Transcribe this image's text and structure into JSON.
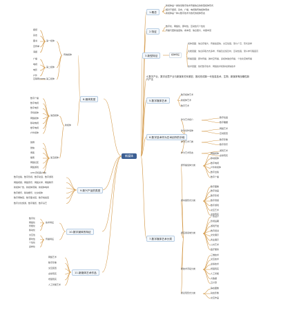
{
  "center": "新媒体",
  "right": {
    "s1": {
      "title": "1.概念",
      "lines": [
        "新媒体是一类依靠数字技术传播信息的新型媒体形式",
        "相对于报纸、杂志、广播、电视等传统媒体而言",
        "新媒体是一种以数字技术为依托的媒体形态"
      ]
    },
    "s2": {
      "title": "2.特征",
      "lines": [
        "数字化、网络化、即时性、互动性与个性化",
        "传播与更新速度快、成本低、信息量大、内容丰富"
      ]
    },
    "s3": {
      "title": "3.新型特征",
      "group": "媒体特征",
      "lines": [
        "媒体层面：信息存储大、传播速度快、交互性强、受众广泛、形式多样",
        "功能层面：信息获取方式多样、传播及反馈及时、互动性强、受众参与程度高",
        "传播层面：即时传播、跨时空传播、多媒体融合传播、个性化定制传播",
        "技术层面：依托数字技术、网络技术和移动通信技术"
      ]
    },
    "s4": {
      "text": "4.数字产业、数字创意产业与新媒体关系紧密，推动形成新一代信息技术、生物、新媒体等战略性新兴产业"
    },
    "s5": {
      "title": "5.数字媒体艺术",
      "lines": [
        "数字媒体艺术",
        "新媒体艺术",
        "数字艺术"
      ]
    },
    "s6": {
      "title": "6.数字技术作为艺术创作的手段",
      "groups": [
        {
          "name": "作为艺术媒介",
          "items": [
            "数字绘画",
            "数字雕塑"
          ]
        },
        {
          "name": "作为创作载体",
          "items": [
            "网络艺术",
            "互动装置"
          ]
        },
        {
          "name": "作为艺术门类",
          "items": [
            "数字影像",
            "数字音乐"
          ]
        },
        {
          "name": "作为艺术形态",
          "items": [
            "游戏艺术",
            "虚拟现实"
          ]
        }
      ]
    },
    "s7": {
      "title": "7.数字媒体艺术分类",
      "groups": [
        {
          "name": "按传播载体分类",
          "items": [
            "网络媒体",
            "移动媒体",
            "数字电视",
            "户外新媒体",
            "数字出版",
            "数字广播"
          ]
        },
        {
          "name": "按内容形式分类",
          "items": [
            "数字图像",
            "数字动画",
            "数字影视",
            "数字音频",
            "数字游戏",
            "交互艺术",
            "虚拟现实"
          ]
        },
        {
          "name": "按应用领域分类",
          "items": [
            "广告设计",
            "影视后期",
            "游戏开发",
            "教育培训",
            "文化展示",
            "商业展示",
            "公共艺术",
            "医疗服务"
          ]
        },
        {
          "name": "按技术手段分类",
          "items": [
            "三维技术",
            "交互技术",
            "虚拟技术",
            "增强现实",
            "人工智能",
            "大数据",
            "云计算"
          ]
        },
        {
          "name": "按表现形式分类",
          "items": [
            "静态图像",
            "动态影像",
            "交互作品"
          ]
        }
      ]
    }
  },
  "left": {
    "s8": {
      "title": "8.媒体类型",
      "groups": [
        {
          "name": "传统媒体",
          "sub": [
            {
              "name": "第一媒体",
              "items": [
                "报纸",
                "杂志",
                "图书",
                "宣传单",
                "海报"
              ]
            },
            {
              "name": "第二媒体",
              "items": [
                "广播",
                "电视",
                "电影",
                "户外"
              ]
            },
            {
              "name": "第三媒体",
              "items": [
                "互联网(WEB)"
              ]
            }
          ]
        },
        {
          "name": "新媒体",
          "sub": [
            {
              "name": "第四媒体",
              "items": [
                "数字广播",
                "数字电视",
                "数字电影",
                "手机媒体",
                "网络媒体",
                "移动电视",
                "楼宇电视",
                "户外媒体"
              ]
            },
            {
              "name": "第五媒体",
              "items": [
                "微博",
                "微信",
                "博客",
                "播客",
                "网络社区",
                "网络游戏",
                "APP(手机客户端)"
              ]
            }
          ]
        }
      ]
    },
    "s9": {
      "title": "9.新兴产品的类型",
      "items": [
        "数字出版、数字影视、数字动漫、数字游戏",
        "网络视频、网络音乐、网络文学、网络教育",
        "新媒体广告、新媒体营销、新媒体电商",
        "数字娱乐、移动娱乐、社交媒体",
        "数字博物馆、数字图书馆、数字档案馆",
        "数字文化旅游、数字展览、数字演艺"
      ]
    },
    "s10": {
      "title": "10.数字媒体的特征",
      "groups": [
        {
          "name": "技术特征",
          "items": [
            "数字化",
            "网络化",
            "智能化",
            "移动化"
          ]
        },
        {
          "name": "传播特征",
          "items": [
            "交互性",
            "即时性",
            "个性化",
            "多样化"
          ]
        }
      ]
    },
    "s11": {
      "title": "11.新媒体艺术作品",
      "items": [
        "网络艺术",
        "数字影像",
        "交互装置",
        "虚拟现实",
        "增强现实",
        "人工智能艺术"
      ]
    }
  }
}
